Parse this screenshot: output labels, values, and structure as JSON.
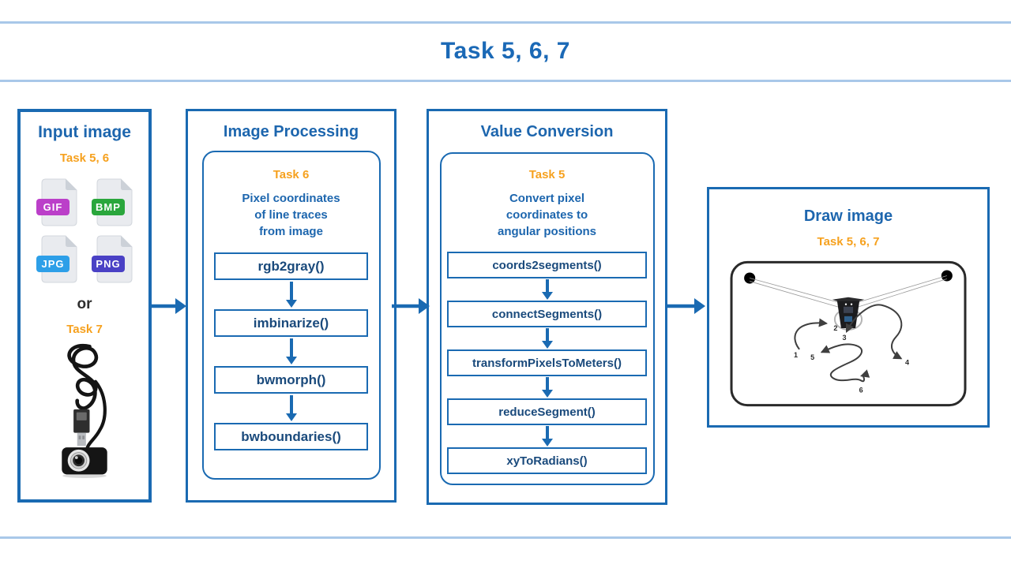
{
  "page": {
    "title": "Task 5, 6, 7"
  },
  "colors": {
    "accent_blue": "#1a6ab2",
    "title_blue": "#1b69b6",
    "step_text_navy": "#1a4a7c",
    "task_orange": "#f6a11e",
    "divider_blue": "#a9c8e9",
    "gif_badge": "#bb3fc9",
    "bmp_badge": "#2aa63c",
    "jpg_badge": "#2d9fe8",
    "png_badge": "#4a41c5"
  },
  "input_column": {
    "title": "Input image",
    "task_label": "Task 5, 6",
    "file_types": [
      {
        "label": "GIF",
        "color": "#bb3fc9"
      },
      {
        "label": "BMP",
        "color": "#2aa63c"
      },
      {
        "label": "JPG",
        "color": "#2d9fe8"
      },
      {
        "label": "PNG",
        "color": "#4a41c5"
      }
    ],
    "or_label": "or",
    "task7_label": "Task 7"
  },
  "processing_column": {
    "title": "Image Processing",
    "task_label": "Task 6",
    "description": "Pixel coordinates\nof line traces\nfrom image",
    "steps": [
      "rgb2gray()",
      "imbinarize()",
      "bwmorph()",
      "bwboundaries()"
    ]
  },
  "conversion_column": {
    "title": "Value Conversion",
    "task_label": "Task 5",
    "description": "Convert pixel\ncoordinates to\nangular positions",
    "steps": [
      "coords2segments()",
      "connectSegments()",
      "transformPixelsToMeters()",
      "reduceSegment()",
      "xyToRadians()"
    ]
  },
  "draw_column": {
    "title": "Draw image",
    "task_label": "Task 5, 6, 7",
    "point_labels": [
      "1",
      "2",
      "3",
      "4",
      "5",
      "6"
    ]
  }
}
